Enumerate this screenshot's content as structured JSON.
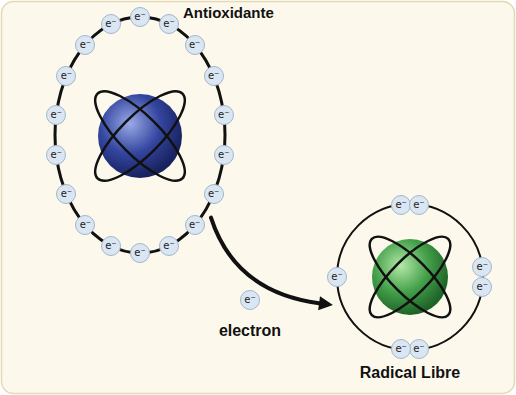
{
  "diagram": {
    "nodes": [
      {
        "text": [
          "Antioxidante"
        ]
      },
      {
        "text": [
          "Radical Libre"
        ]
      }
    ],
    "edges": [
      {
        "from": 0,
        "to": 1,
        "arrow": "to"
      }
    ],
    "labels": [
      "e⁻",
      "e⁻",
      "e⁻",
      "e⁻",
      "e⁻",
      "e⁻",
      "e⁻",
      "e⁻",
      "e⁻",
      "e⁻",
      "e⁻",
      "e⁻",
      "e⁻",
      "e⁻",
      "e⁻",
      "e⁻",
      "e⁻",
      "e⁻",
      "e⁻",
      "e⁻",
      "e⁻",
      "e⁻",
      "e⁻",
      "e⁻",
      "e⁻",
      "e⁻",
      "electron"
    ]
  }
}
